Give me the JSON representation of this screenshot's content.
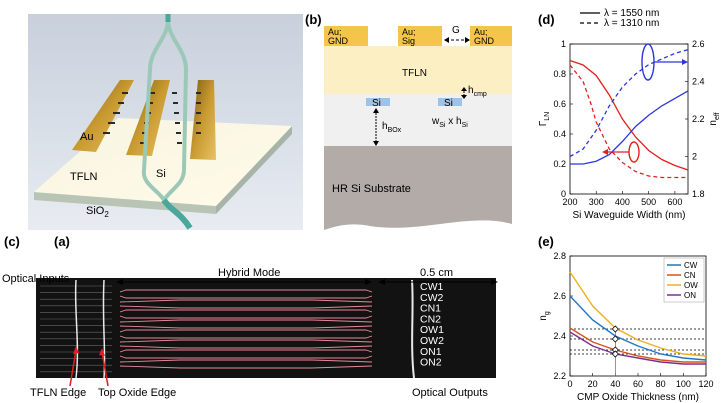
{
  "panels": {
    "a": {
      "label": "(a)",
      "au": "Au",
      "tfln": "TFLN",
      "si": "Si",
      "sio2_base": "SiO",
      "sio2_sub": "2"
    },
    "b": {
      "label": "(b)",
      "electrodes": [
        {
          "top": "Au;",
          "bottom": "GND"
        },
        {
          "top": "Au;",
          "bottom": "Sig"
        },
        {
          "top": "Au;",
          "bottom": "GND"
        }
      ],
      "gap": "G",
      "tfln": "TFLN",
      "si_left": "Si",
      "si_right": "Si",
      "hcmp_base": "h",
      "hcmp_sub": "cmp",
      "hbox_base": "h",
      "hbox_sub": "BOx",
      "wsi": [
        "w",
        "Si",
        " x h",
        "Si"
      ],
      "substrate": "HR Si Substrate"
    },
    "c": {
      "label": "(c)",
      "optical_inputs": "Optical Inputs",
      "hybrid_mode": "Hybrid Mode",
      "scale": "0.5 cm",
      "waveguides": [
        "CW1",
        "CW2",
        "CN1",
        "CN2",
        "OW1",
        "OW2",
        "ON1",
        "ON2"
      ],
      "tfln_edge": "TFLN Edge",
      "top_oxide_edge": "Top Oxide Edge",
      "optical_outputs": "Optical Outputs"
    },
    "d": {
      "label": "(d)"
    },
    "e": {
      "label": "(e)"
    }
  },
  "chart_data": [
    {
      "id": "d",
      "type": "line",
      "xlabel": "Si Waveguide Width (nm)",
      "ylabel": "Γ",
      "ylabel_sub": "LN",
      "y2label": "n",
      "y2label_sub": "eff",
      "xlim": [
        200,
        650
      ],
      "ylim": [
        0,
        1
      ],
      "y2lim": [
        1.8,
        2.6
      ],
      "xticks": [
        200,
        300,
        400,
        500,
        600
      ],
      "yticks": [
        0,
        0.2,
        0.4,
        0.6,
        0.8,
        1
      ],
      "ytick_labels": [
        "0",
        "0.2",
        "0.4",
        "0.6",
        "0.8",
        "1"
      ],
      "y2ticks": [
        1.8,
        2,
        2.2,
        2.4,
        2.6
      ],
      "y2tick_labels": [
        "1.8",
        "2",
        "2.2",
        "2.4",
        "2.6"
      ],
      "legend": [
        {
          "label": "λ = 1550 nm",
          "dash": "solid"
        },
        {
          "label": "λ = 1310 nm",
          "dash": "dashed"
        }
      ],
      "legend_position": "top",
      "series": [
        {
          "axis": "left",
          "color": "#e02020",
          "dash": "solid",
          "x": [
            200,
            250,
            300,
            350,
            400,
            450,
            500,
            550,
            600,
            650
          ],
          "y": [
            0.89,
            0.86,
            0.79,
            0.66,
            0.5,
            0.38,
            0.29,
            0.23,
            0.19,
            0.16
          ]
        },
        {
          "axis": "left",
          "color": "#e02020",
          "dash": "dashed",
          "x": [
            200,
            250,
            280,
            300,
            350,
            400,
            450,
            500,
            550,
            650
          ],
          "y": [
            0.86,
            0.75,
            0.6,
            0.48,
            0.3,
            0.21,
            0.15,
            0.12,
            0.11,
            0.11
          ]
        },
        {
          "axis": "right",
          "color": "#2a36e0",
          "dash": "solid",
          "x": [
            200,
            250,
            300,
            350,
            400,
            450,
            500,
            550,
            600,
            650
          ],
          "y": [
            1.96,
            1.96,
            1.975,
            2.01,
            2.08,
            2.16,
            2.22,
            2.27,
            2.31,
            2.35
          ]
        },
        {
          "axis": "right",
          "color": "#2a36e0",
          "dash": "dashed",
          "x": [
            200,
            250,
            300,
            350,
            400,
            450,
            500,
            550,
            600,
            650
          ],
          "y": [
            2.0,
            2.04,
            2.14,
            2.27,
            2.37,
            2.44,
            2.49,
            2.52,
            2.55,
            2.57
          ]
        }
      ]
    },
    {
      "id": "e",
      "type": "line",
      "xlabel": "CMP Oxide Thickness (nm)",
      "ylabel": "n",
      "ylabel_sub": "g",
      "xlim": [
        0,
        120
      ],
      "ylim": [
        2.2,
        2.8
      ],
      "xticks": [
        0,
        20,
        40,
        60,
        80,
        100,
        120
      ],
      "yticks": [
        2.2,
        2.4,
        2.6,
        2.8
      ],
      "ytick_labels": [
        "2.2",
        "2.4",
        "2.6",
        "2.8"
      ],
      "legend_position": "top-right",
      "reference_x": 40,
      "reference_y": [
        2.435,
        2.385,
        2.33,
        2.31
      ],
      "series": [
        {
          "name": "CW",
          "color": "#1f77c4",
          "x": [
            0,
            20,
            40,
            60,
            80,
            100,
            120
          ],
          "y": [
            2.6,
            2.48,
            2.4,
            2.35,
            2.31,
            2.29,
            2.28
          ]
        },
        {
          "name": "CN",
          "color": "#d95319",
          "x": [
            0,
            20,
            40,
            60,
            80,
            100,
            120
          ],
          "y": [
            2.44,
            2.37,
            2.33,
            2.3,
            2.28,
            2.27,
            2.27
          ]
        },
        {
          "name": "OW",
          "color": "#edb120",
          "x": [
            0,
            20,
            40,
            60,
            80,
            100,
            120
          ],
          "y": [
            2.72,
            2.55,
            2.44,
            2.38,
            2.34,
            2.31,
            2.3
          ]
        },
        {
          "name": "ON",
          "color": "#7e2f8e",
          "x": [
            0,
            20,
            40,
            60,
            80,
            100,
            120
          ],
          "y": [
            2.42,
            2.35,
            2.31,
            2.29,
            2.27,
            2.26,
            2.26
          ]
        }
      ]
    }
  ]
}
